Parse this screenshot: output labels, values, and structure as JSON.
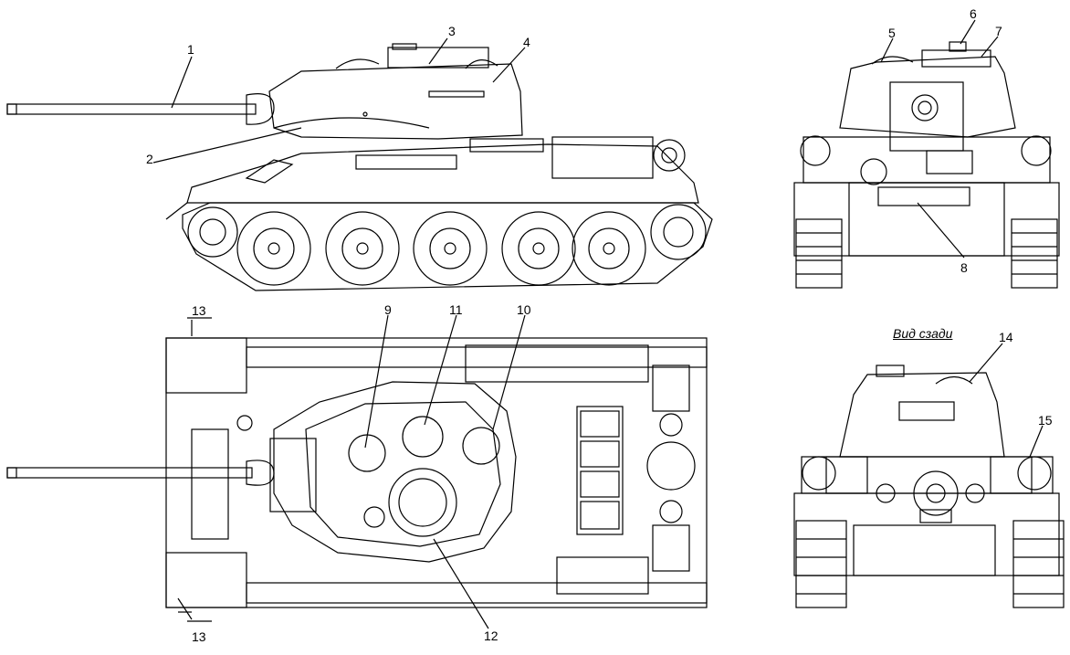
{
  "callouts": [
    "1",
    "2",
    "3",
    "4",
    "5",
    "6",
    "7",
    "8",
    "9",
    "10",
    "11",
    "12",
    "13",
    "13",
    "14",
    "15"
  ],
  "rear_view_title": "Вид сзади"
}
